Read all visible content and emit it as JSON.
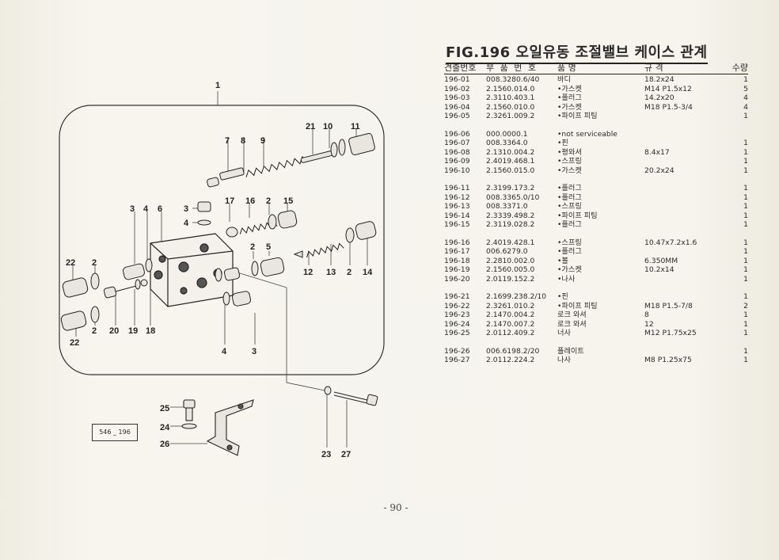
{
  "figure": {
    "title": "FIG.196 오일유동 조절밸브 케이스 관계",
    "drawing_code": "546 _ 196",
    "callouts": [
      "1",
      "7",
      "8",
      "9",
      "21",
      "10",
      "11",
      "3",
      "4",
      "6",
      "3",
      "4",
      "17",
      "16",
      "2",
      "15",
      "2",
      "5",
      "22",
      "2",
      "12",
      "13",
      "2",
      "14",
      "2",
      "20",
      "19",
      "18",
      "22",
      "4",
      "3",
      "25",
      "24",
      "26",
      "23",
      "27"
    ]
  },
  "table": {
    "headers": {
      "part_no": "견출번호",
      "code": "부 품 번 호",
      "name": "품  명",
      "spec": "규  격",
      "qty": "수량"
    },
    "groups": [
      [
        {
          "part_no": "196-01",
          "code": "008.3280.6/40",
          "name": "바디",
          "spec": "18.2x24",
          "qty": "1"
        },
        {
          "part_no": "196-02",
          "code": "2.1560.014.0",
          "name": "•가스켓",
          "spec": "M14 P1.5x12",
          "qty": "5"
        },
        {
          "part_no": "196-03",
          "code": "2.3110.403.1",
          "name": "•플러그",
          "spec": "14.2x20",
          "qty": "4"
        },
        {
          "part_no": "196-04",
          "code": "2.1560.010.0",
          "name": "•가스켓",
          "spec": "M18 P1.5-3/4",
          "qty": "4"
        },
        {
          "part_no": "196-05",
          "code": "2.3261.009.2",
          "name": "•파이프 피팅",
          "spec": "",
          "qty": "1"
        }
      ],
      [
        {
          "part_no": "196-06",
          "code": "000.0000.1",
          "name": "•not serviceable",
          "spec": "",
          "qty": ""
        },
        {
          "part_no": "196-07",
          "code": "008.3364.0",
          "name": "•핀",
          "spec": "",
          "qty": "1"
        },
        {
          "part_no": "196-08",
          "code": "2.1310.004.2",
          "name": "•평와셔",
          "spec": "8.4x17",
          "qty": "1"
        },
        {
          "part_no": "196-09",
          "code": "2.4019.468.1",
          "name": "•스프링",
          "spec": "",
          "qty": "1"
        },
        {
          "part_no": "196-10",
          "code": "2.1560.015.0",
          "name": "•가스켓",
          "spec": "20.2x24",
          "qty": "1"
        }
      ],
      [
        {
          "part_no": "196-11",
          "code": "2.3199.173.2",
          "name": "•플러그",
          "spec": "",
          "qty": "1"
        },
        {
          "part_no": "196-12",
          "code": "008.3365.0/10",
          "name": "•플러그",
          "spec": "",
          "qty": "1"
        },
        {
          "part_no": "196-13",
          "code": "008.3371.0",
          "name": "•스프링",
          "spec": "",
          "qty": "1"
        },
        {
          "part_no": "196-14",
          "code": "2.3339.498.2",
          "name": "•파이프 피팅",
          "spec": "",
          "qty": "1"
        },
        {
          "part_no": "196-15",
          "code": "2.3119.028.2",
          "name": "•플러그",
          "spec": "",
          "qty": "1"
        }
      ],
      [
        {
          "part_no": "196-16",
          "code": "2.4019.428.1",
          "name": "•스프링",
          "spec": "10.47x7.2x1.6",
          "qty": "1"
        },
        {
          "part_no": "196-17",
          "code": "006.6279.0",
          "name": "•플러그",
          "spec": "",
          "qty": "1"
        },
        {
          "part_no": "196-18",
          "code": "2.2810.002.0",
          "name": "•볼",
          "spec": "6.350MM",
          "qty": "1"
        },
        {
          "part_no": "196-19",
          "code": "2.1560.005.0",
          "name": "•가스켓",
          "spec": "10.2x14",
          "qty": "1"
        },
        {
          "part_no": "196-20",
          "code": "2.0119.152.2",
          "name": "•나사",
          "spec": "",
          "qty": "1"
        }
      ],
      [
        {
          "part_no": "196-21",
          "code": "2.1699.238.2/10",
          "name": "•핀",
          "spec": "",
          "qty": "1"
        },
        {
          "part_no": "196-22",
          "code": "2.3261.010.2",
          "name": "•파이프 피팅",
          "spec": "M18 P1.5-7/8",
          "qty": "2"
        },
        {
          "part_no": "196-23",
          "code": "2.1470.004.2",
          "name": "로크 와셔",
          "spec": "8",
          "qty": "1"
        },
        {
          "part_no": "196-24",
          "code": "2.1470.007.2",
          "name": "로크 와셔",
          "spec": "12",
          "qty": "1"
        },
        {
          "part_no": "196-25",
          "code": "2.0112.409.2",
          "name": "너사",
          "spec": "M12 P1.75x25",
          "qty": "1"
        }
      ],
      [
        {
          "part_no": "196-26",
          "code": "006.6198.2/20",
          "name": "플레이트",
          "spec": "",
          "qty": "1"
        },
        {
          "part_no": "196-27",
          "code": "2.0112.224.2",
          "name": "나사",
          "spec": "M8 P1.25x75",
          "qty": "1"
        }
      ]
    ]
  },
  "page_number": "- 90 -"
}
